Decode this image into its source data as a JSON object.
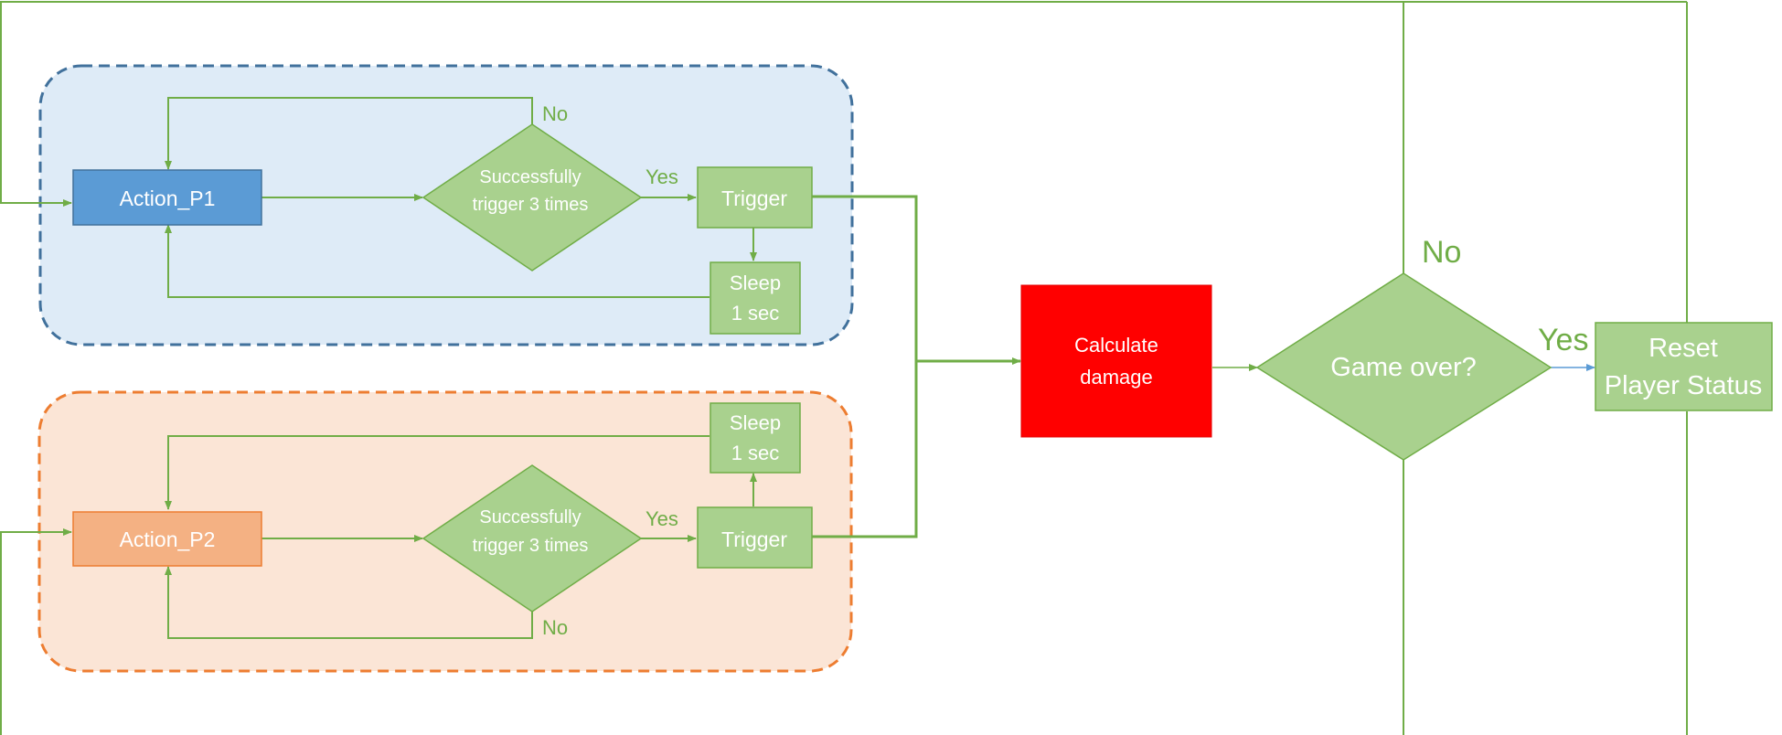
{
  "colors": {
    "green_fill": "#a9d18e",
    "green_line": "#70ad47",
    "green_text": "#70ad47",
    "blue_fill": "#5b9bd5",
    "blue_group_bg": "#deebf7",
    "blue_group_border": "#41719c",
    "orange_fill": "#f4b183",
    "orange_line": "#ed7d31",
    "orange_group_bg": "#fbe5d6",
    "red_fill": "#ff0000",
    "white": "#ffffff"
  },
  "p1": {
    "action": "Action_P1",
    "decision_line1": "Successfully",
    "decision_line2": "trigger 3 times",
    "yes": "Yes",
    "no": "No",
    "trigger": "Trigger",
    "sleep_line1": "Sleep",
    "sleep_line2": "1 sec"
  },
  "p2": {
    "action": "Action_P2",
    "decision_line1": "Successfully",
    "decision_line2": "trigger 3 times",
    "yes": "Yes",
    "no": "No",
    "trigger": "Trigger",
    "sleep_line1": "Sleep",
    "sleep_line2": "1 sec"
  },
  "calc": {
    "line1": "Calculate",
    "line2": "damage"
  },
  "gameover": {
    "label": "Game over?",
    "yes": "Yes",
    "no": "No"
  },
  "reset": {
    "line1": "Reset",
    "line2": "Player Status"
  }
}
